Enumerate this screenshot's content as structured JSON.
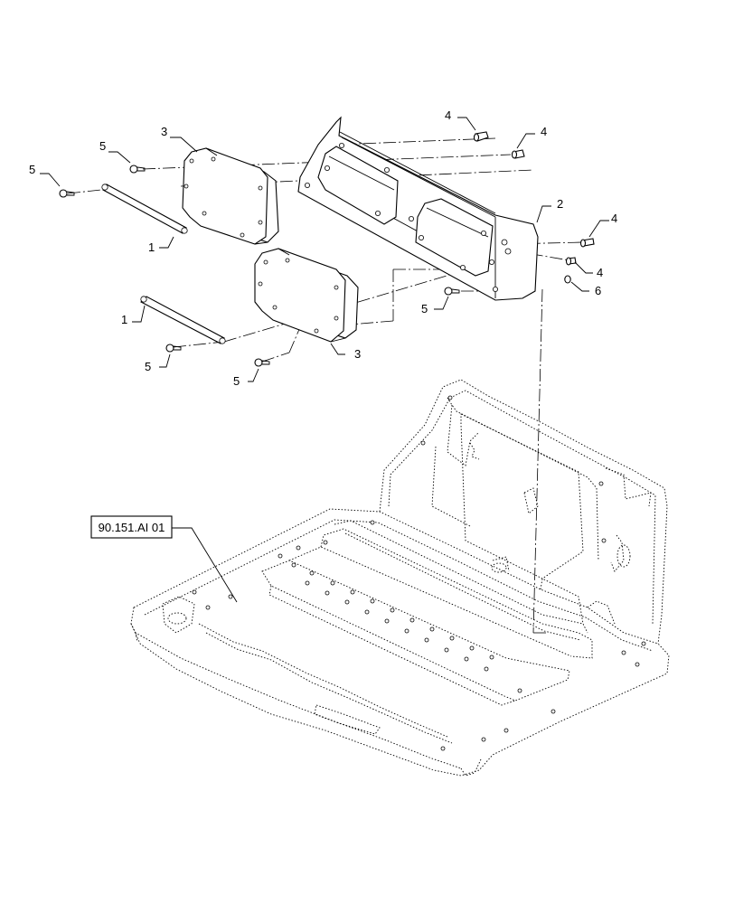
{
  "callouts": [
    {
      "id": "c1a",
      "text": "1"
    },
    {
      "id": "c1b",
      "text": "1"
    },
    {
      "id": "c2",
      "text": "2"
    },
    {
      "id": "c3a",
      "text": "3"
    },
    {
      "id": "c3b",
      "text": "3"
    },
    {
      "id": "c4a",
      "text": "4"
    },
    {
      "id": "c4b",
      "text": "4"
    },
    {
      "id": "c4c",
      "text": "4"
    },
    {
      "id": "c4d",
      "text": "4"
    },
    {
      "id": "c5a",
      "text": "5"
    },
    {
      "id": "c5b",
      "text": "5"
    },
    {
      "id": "c5c",
      "text": "5"
    },
    {
      "id": "c5d",
      "text": "5"
    },
    {
      "id": "c5e",
      "text": "5"
    },
    {
      "id": "c6",
      "text": "6"
    }
  ],
  "reference_label": "90.151.AI 01"
}
